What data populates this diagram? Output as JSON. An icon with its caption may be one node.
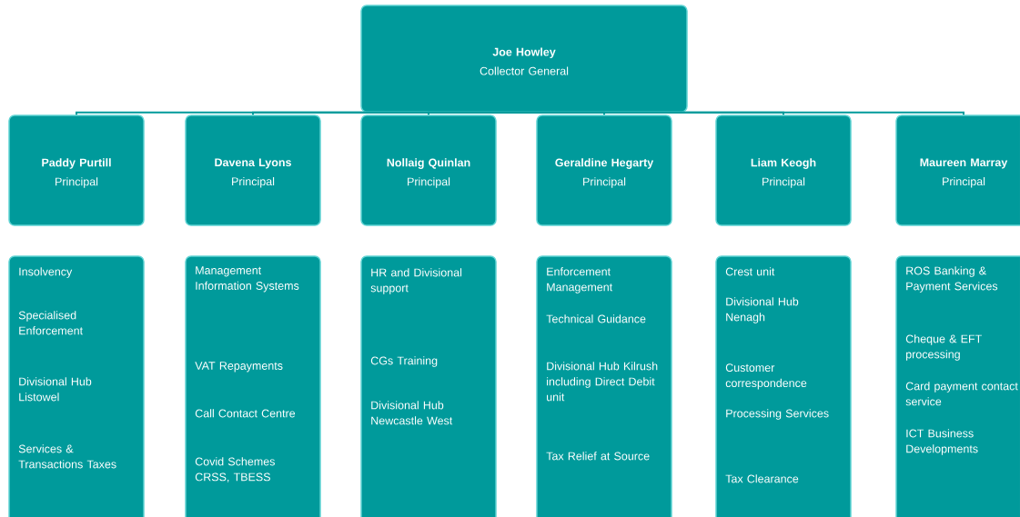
{
  "diagram": {
    "nodes": [
      {
        "text": [
          "Joe Howley",
          "Collector General"
        ]
      },
      {
        "text": [
          "Paddy Purtill",
          "Principal"
        ]
      },
      {
        "text": [
          "Davena Lyons",
          "Principal"
        ]
      },
      {
        "text": [
          "Nollaig Quinlan",
          "Principal"
        ]
      },
      {
        "text": [
          "Geraldine Hegarty",
          "Principal"
        ]
      },
      {
        "text": [
          "Liam Keogh",
          "Principal"
        ]
      },
      {
        "text": [
          "Maureen Marray",
          "Principal"
        ]
      },
      {
        "text": [
          "Insolvency",
          "Specialised Enforcement",
          "Divisional Hub Listowel",
          "Services & Transactions Taxes"
        ]
      },
      {
        "text": [
          "Management Information Systems",
          "VAT Repayments",
          "Call Contact Centre",
          "Covid Schemes CRSS, TBESS"
        ]
      },
      {
        "text": [
          "HR and Divisional support",
          "CGs Training",
          "Divisional Hub Newcastle West"
        ]
      },
      {
        "text": [
          "Enforcement Management",
          "Technical Guidance",
          "Divisional Hub Kilrush including Direct Debit unit",
          "Tax Relief at Source"
        ]
      },
      {
        "text": [
          "Crest unit",
          "Divisional Hub Nenagh",
          "Customer correspondence",
          "Processing Services",
          "Tax Clearance"
        ]
      },
      {
        "text": [
          "ROS Banking & Payment Services",
          "Cheque & EFT processing",
          "Card payment contact service",
          "ICT Business Developments"
        ]
      }
    ],
    "edges": [
      {
        "from": 0,
        "to": 1,
        "arrow": "none"
      },
      {
        "from": 0,
        "to": 2,
        "arrow": "none"
      },
      {
        "from": 0,
        "to": 3,
        "arrow": "none"
      },
      {
        "from": 0,
        "to": 4,
        "arrow": "none"
      },
      {
        "from": 0,
        "to": 5,
        "arrow": "none"
      },
      {
        "from": 0,
        "to": 6,
        "arrow": "none"
      }
    ]
  }
}
